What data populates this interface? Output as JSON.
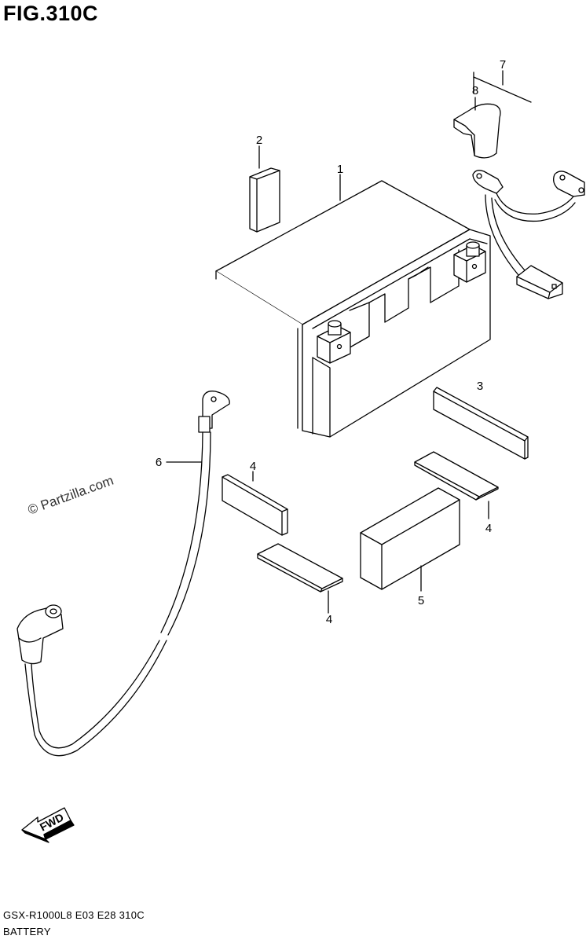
{
  "figure": {
    "title": "FIG.310C",
    "model_code": "GSX-R1000L8  E03  E28  310C",
    "caption": "BATTERY",
    "watermark": "© Partzilla.com",
    "fwd_label": "FWD"
  },
  "callouts": [
    {
      "id": "callout-1",
      "text": "1"
    },
    {
      "id": "callout-2",
      "text": "2"
    },
    {
      "id": "callout-3",
      "text": "3"
    },
    {
      "id": "callout-4a",
      "text": "4"
    },
    {
      "id": "callout-4b",
      "text": "4"
    },
    {
      "id": "callout-4c",
      "text": "4"
    },
    {
      "id": "callout-5",
      "text": "5"
    },
    {
      "id": "callout-6",
      "text": "6"
    },
    {
      "id": "callout-7",
      "text": "7"
    },
    {
      "id": "callout-8",
      "text": "8"
    }
  ]
}
